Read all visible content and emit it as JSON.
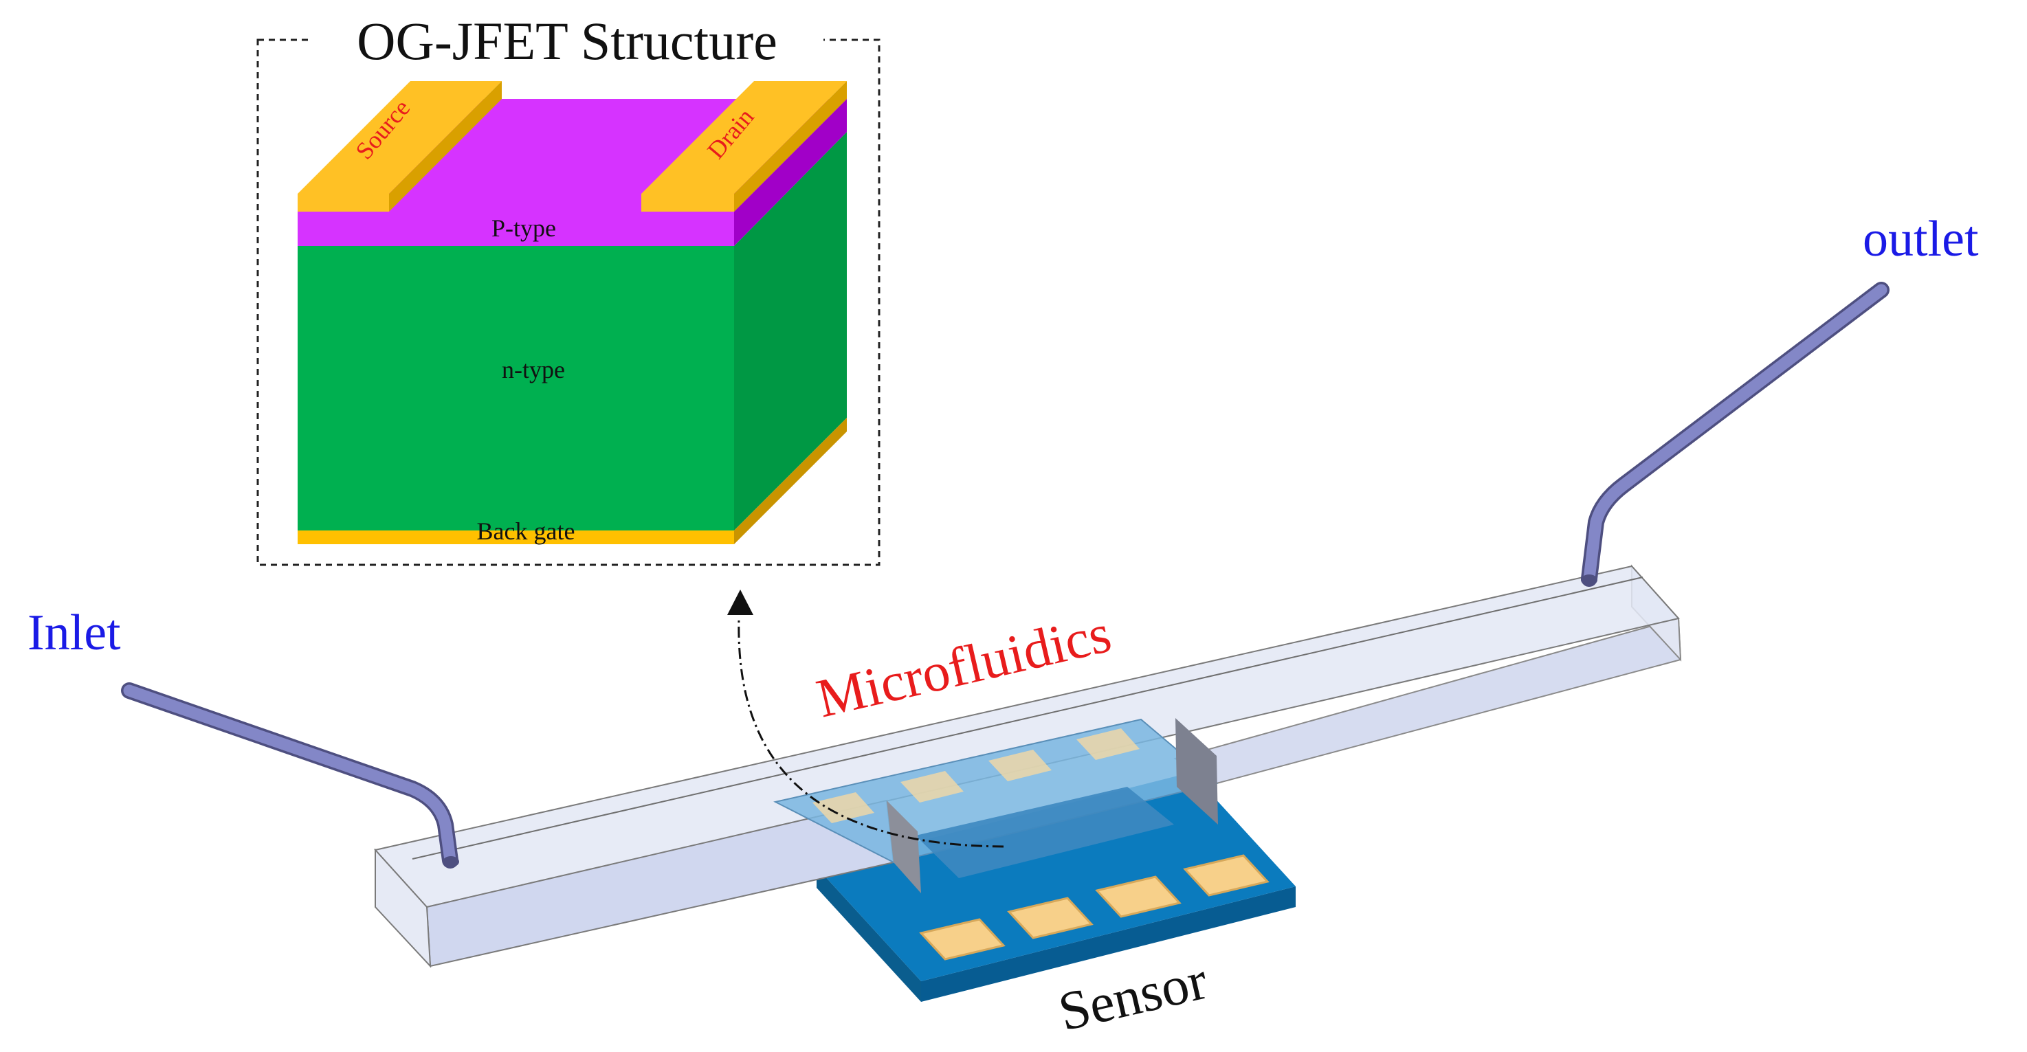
{
  "inset": {
    "title": "OG-JFET Structure",
    "source_label": "Source",
    "drain_label": "Drain",
    "p_type_label": "P-type",
    "n_type_label": "n-type",
    "back_gate_label": "Back gate"
  },
  "labels": {
    "inlet": "Inlet",
    "outlet": "outlet",
    "microfluidics": "Microfluidics",
    "sensor": "Sensor"
  },
  "colors": {
    "electrode_gold": "#FFC125",
    "p_type_magenta": "#D633FF",
    "n_type_green": "#00B050",
    "back_gate_gold": "#FFC000",
    "tube_purple": "#7B7FBF",
    "channel_fill": "#D6DCF0",
    "sensor_blue": "#0B7BBE",
    "pad_tan": "#F7D08A",
    "label_blue": "#1A1AE6",
    "label_red": "#E81C1C"
  }
}
